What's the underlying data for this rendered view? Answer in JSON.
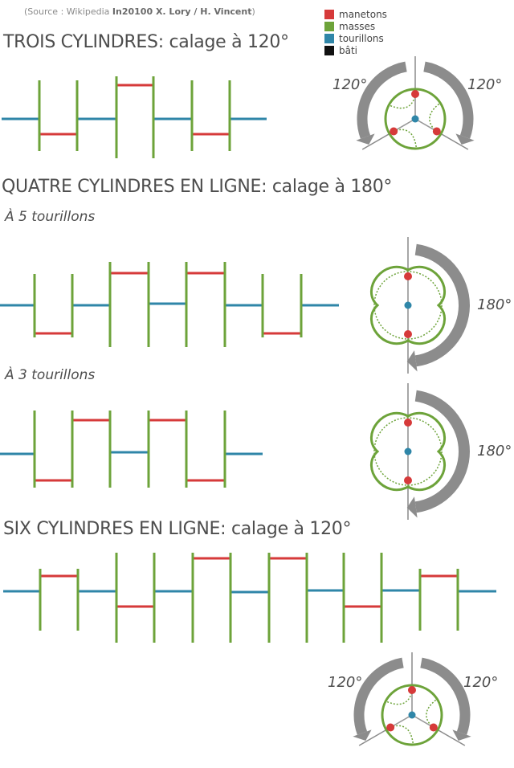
{
  "source": {
    "prefix": "(Source : Wikipedia ",
    "authors": "In20100 X. Lory / H. Vincent",
    "suffix": ")"
  },
  "legend": [
    {
      "label": "manetons",
      "color": "#d63a3a"
    },
    {
      "label": "masses",
      "color": "#6da33a"
    },
    {
      "label": "tourillons",
      "color": "#2f86a8"
    },
    {
      "label": "bâti",
      "color": "#111111"
    }
  ],
  "sections": {
    "three": {
      "title": "TROIS CYLINDRES: ",
      "calage": "calage à 120°",
      "angle_left": "120°",
      "angle_right": "120°"
    },
    "four": {
      "title": "QUATRE CYLINDRES EN LIGNE: ",
      "calage": "calage à 180°",
      "sub5": "À 5 tourillons",
      "angle5": "180°",
      "sub3": "À 3 tourillons",
      "angle3": "180°"
    },
    "six": {
      "title": "SIX CYLINDRES EN LIGNE: ",
      "calage": "calage à 120°",
      "angle_left": "120°",
      "angle_right": "120°"
    }
  },
  "colors": {
    "maneton": "#d63a3a",
    "masse": "#6da33a",
    "tourillon": "#2f86a8",
    "arrow": "#8c8c8c",
    "axis": "#8a8a8a"
  }
}
